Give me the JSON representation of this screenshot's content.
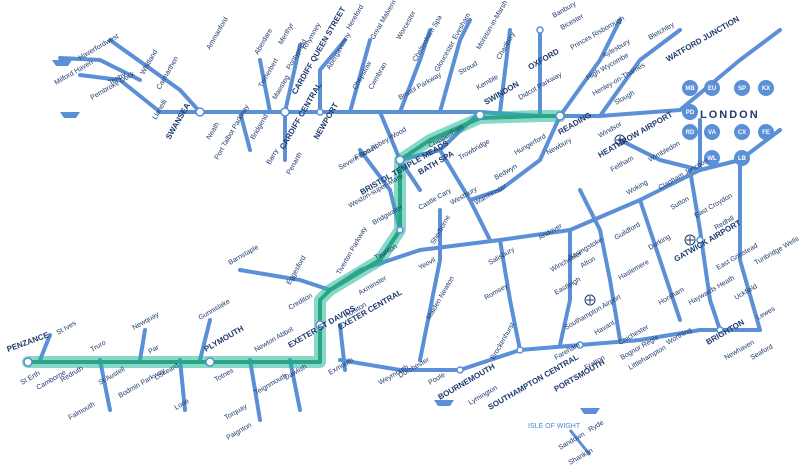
{
  "map": {
    "london_label": "LONDON",
    "highlight_color": "#25b89a",
    "line_color": "#5b8fd6",
    "label_color": "#1e3a6e",
    "route_highlight": [
      "PENZANCE",
      "PLYMOUTH",
      "EXETER ST DAVIDS",
      "BRIDGWATER",
      "BRISTOL TEMPLE MEADS",
      "SWINDON",
      "READING"
    ],
    "stations": [
      {
        "id": "penzance",
        "label": "PENZANCE"
      },
      {
        "id": "st-erth",
        "label": "St Erth"
      },
      {
        "id": "st-ives",
        "label": "St Ives"
      },
      {
        "id": "camborne",
        "label": "Camborne"
      },
      {
        "id": "redruth",
        "label": "Redruth"
      },
      {
        "id": "truro",
        "label": "Truro"
      },
      {
        "id": "newquay",
        "label": "Newquay"
      },
      {
        "id": "par",
        "label": "Par"
      },
      {
        "id": "st-austell",
        "label": "St Austell"
      },
      {
        "id": "bodmin-parkway",
        "label": "Bodmin Parkway"
      },
      {
        "id": "liskeard",
        "label": "Liskeard"
      },
      {
        "id": "falmouth",
        "label": "Falmouth"
      },
      {
        "id": "looe",
        "label": "Looe"
      },
      {
        "id": "gunnislake",
        "label": "Gunnislake"
      },
      {
        "id": "plymouth",
        "label": "PLYMOUTH"
      },
      {
        "id": "totnes",
        "label": "Totnes"
      },
      {
        "id": "newton-abbot",
        "label": "Newton Abbot"
      },
      {
        "id": "torquay",
        "label": "Torquay"
      },
      {
        "id": "paignton",
        "label": "Paignton"
      },
      {
        "id": "teignmouth",
        "label": "Teignmouth"
      },
      {
        "id": "dawlish",
        "label": "Dawlish"
      },
      {
        "id": "exeter",
        "label": "EXETER ST DAVIDS"
      },
      {
        "id": "exeter-central",
        "label": "EXETER CENTRAL"
      },
      {
        "id": "exmouth",
        "label": "Exmouth"
      },
      {
        "id": "barnstaple",
        "label": "Barnstaple"
      },
      {
        "id": "eggesford",
        "label": "Eggesford"
      },
      {
        "id": "crediton",
        "label": "Crediton"
      },
      {
        "id": "tiverton-parkway",
        "label": "Tiverton Parkway"
      },
      {
        "id": "taunton",
        "label": "Taunton"
      },
      {
        "id": "bridgwater",
        "label": "Bridgwater"
      },
      {
        "id": "weston",
        "label": "Weston-super-Mare"
      },
      {
        "id": "bristol-tm",
        "label": "BRISTOL TEMPLE MEADS"
      },
      {
        "id": "bath",
        "label": "BATH SPA"
      },
      {
        "id": "severn-beach",
        "label": "Severn Beach"
      },
      {
        "id": "filton",
        "label": "Filton Abbey Wood"
      },
      {
        "id": "bristol-parkway",
        "label": "Bristol Parkway"
      },
      {
        "id": "chippenham",
        "label": "Chippenham"
      },
      {
        "id": "swindon",
        "label": "SWINDON"
      },
      {
        "id": "didcot",
        "label": "Didcot Parkway"
      },
      {
        "id": "reading",
        "label": "READING"
      },
      {
        "id": "oxford",
        "label": "OXFORD"
      },
      {
        "id": "newbury",
        "label": "Newbury"
      },
      {
        "id": "hungerford",
        "label": "Hungerford"
      },
      {
        "id": "bedwyn",
        "label": "Bedwyn"
      },
      {
        "id": "trowbridge",
        "label": "Trowbridge"
      },
      {
        "id": "westbury",
        "label": "Westbury"
      },
      {
        "id": "castle-cary",
        "label": "Castle Cary"
      },
      {
        "id": "warminster",
        "label": "Warminster"
      },
      {
        "id": "salisbury",
        "label": "Salisbury"
      },
      {
        "id": "andover",
        "label": "Andover"
      },
      {
        "id": "basingstoke",
        "label": "Basingstoke"
      },
      {
        "id": "winchester",
        "label": "Winchester"
      },
      {
        "id": "eastleigh",
        "label": "Eastleigh"
      },
      {
        "id": "alton",
        "label": "Alton"
      },
      {
        "id": "romsey",
        "label": "Romsey"
      },
      {
        "id": "yeovil",
        "label": "Yeovil"
      },
      {
        "id": "sherborne",
        "label": "Sherborne"
      },
      {
        "id": "axminster",
        "label": "Axminster"
      },
      {
        "id": "honiton",
        "label": "Honiton"
      },
      {
        "id": "maiden-newton",
        "label": "Maiden Newton"
      },
      {
        "id": "weymouth",
        "label": "Weymouth"
      },
      {
        "id": "dorchester",
        "label": "Dorchester"
      },
      {
        "id": "poole",
        "label": "Poole"
      },
      {
        "id": "bournemouth",
        "label": "BOURNEMOUTH"
      },
      {
        "id": "brockenhurst",
        "label": "Brockenhurst"
      },
      {
        "id": "lymington",
        "label": "Lymington"
      },
      {
        "id": "southampton",
        "label": "SOUTHAMPTON CENTRAL"
      },
      {
        "id": "southampton-airport",
        "label": "Southampton Airport"
      },
      {
        "id": "fareham",
        "label": "Fareham"
      },
      {
        "id": "portsmouth",
        "label": "PORTSMOUTH"
      },
      {
        "id": "fratton",
        "label": "Fratton"
      },
      {
        "id": "havant",
        "label": "Havant"
      },
      {
        "id": "chichester",
        "label": "Chichester"
      },
      {
        "id": "bognor",
        "label": "Bognor Regis"
      },
      {
        "id": "littlehampton",
        "label": "Littlehampton"
      },
      {
        "id": "worthing",
        "label": "Worthing"
      },
      {
        "id": "brighton",
        "label": "BRIGHTON"
      },
      {
        "id": "lewes",
        "label": "Lewes"
      },
      {
        "id": "seaford",
        "label": "Seaford"
      },
      {
        "id": "newhaven",
        "label": "Newhaven"
      },
      {
        "id": "haywards-heath",
        "label": "Haywards Heath"
      },
      {
        "id": "horsham",
        "label": "Horsham"
      },
      {
        "id": "haslemere",
        "label": "Haslemere"
      },
      {
        "id": "guildford",
        "label": "Guildford"
      },
      {
        "id": "dorking",
        "label": "Dorking"
      },
      {
        "id": "redhill",
        "label": "Redhill"
      },
      {
        "id": "gatwick",
        "label": "GATWICK AIRPORT"
      },
      {
        "id": "east-grinstead",
        "label": "East Grinstead"
      },
      {
        "id": "uckfield",
        "label": "Uckfield"
      },
      {
        "id": "tunbridge-wells",
        "label": "Tunbridge Wells"
      },
      {
        "id": "sutton",
        "label": "Sutton"
      },
      {
        "id": "east-croydon",
        "label": "East Croydon"
      },
      {
        "id": "clapham",
        "label": "Clapham Junction"
      },
      {
        "id": "wimbledon",
        "label": "Wimbledon"
      },
      {
        "id": "woking",
        "label": "Woking"
      },
      {
        "id": "feltham",
        "label": "Feltham"
      },
      {
        "id": "heathrow",
        "label": "HEATHROW AIRPORT"
      },
      {
        "id": "windsor",
        "label": "Windsor"
      },
      {
        "id": "slough",
        "label": "Slough"
      },
      {
        "id": "maidenhead",
        "label": "Henley-on-Thames"
      },
      {
        "id": "high-wycombe",
        "label": "High Wycombe"
      },
      {
        "id": "aylesbury",
        "label": "Aylesbury"
      },
      {
        "id": "princes-risborough",
        "label": "Princes Risborough"
      },
      {
        "id": "bicester",
        "label": "Bicester"
      },
      {
        "id": "banbury",
        "label": "Banbury"
      },
      {
        "id": "watford",
        "label": "WATFORD JUNCTION"
      },
      {
        "id": "bletchley",
        "label": "Bletchley"
      },
      {
        "id": "charlbury",
        "label": "Charlbury"
      },
      {
        "id": "kemble",
        "label": "Kemble"
      },
      {
        "id": "stroud",
        "label": "Stroud"
      },
      {
        "id": "gloucester",
        "label": "Gloucester"
      },
      {
        "id": "cheltenham",
        "label": "Cheltenham Spa"
      },
      {
        "id": "worcester",
        "label": "Worcester"
      },
      {
        "id": "great-malvern",
        "label": "Great Malvern"
      },
      {
        "id": "evesham",
        "label": "Evesham"
      },
      {
        "id": "moreton",
        "label": "Moreton-in-Marsh"
      },
      {
        "id": "hereford",
        "label": "Hereford"
      },
      {
        "id": "chepstow",
        "label": "Chepstow"
      },
      {
        "id": "cwmbran",
        "label": "Cwmbran"
      },
      {
        "id": "abergavenny",
        "label": "Abergavenny"
      },
      {
        "id": "newport",
        "label": "NEWPORT"
      },
      {
        "id": "cardiff-central",
        "label": "CARDIFF CENTRAL"
      },
      {
        "id": "cardiff-queen",
        "label": "CARDIFF QUEEN STREET"
      },
      {
        "id": "penarth",
        "label": "Penarth"
      },
      {
        "id": "barry",
        "label": "Barry"
      },
      {
        "id": "bridgend",
        "label": "Bridgend"
      },
      {
        "id": "maesteg",
        "label": "Maesteg"
      },
      {
        "id": "pontypridd",
        "label": "Pontypridd"
      },
      {
        "id": "treherbert",
        "label": "Treherbert"
      },
      {
        "id": "aberdare",
        "label": "Aberdare"
      },
      {
        "id": "merthyr",
        "label": "Merthyr"
      },
      {
        "id": "rhymney",
        "label": "Rhymney"
      },
      {
        "id": "port-talbot",
        "label": "Port Talbot Parkway"
      },
      {
        "id": "neath",
        "label": "Neath"
      },
      {
        "id": "swansea",
        "label": "SWANSEA"
      },
      {
        "id": "llanelli",
        "label": "Llanelli"
      },
      {
        "id": "carmarthen",
        "label": "Carmarthen"
      },
      {
        "id": "ammanford",
        "label": "Ammanford"
      },
      {
        "id": "whitland",
        "label": "Whitland"
      },
      {
        "id": "haverfordwest",
        "label": "Haverfordwest"
      },
      {
        "id": "tenby",
        "label": "Tenby"
      },
      {
        "id": "milford",
        "label": "Milford Haven"
      },
      {
        "id": "pembroke-dock",
        "label": "Pembroke Dock"
      }
    ],
    "london_terminals": [
      "MB",
      "EU",
      "SP",
      "KX",
      "PD",
      "RD",
      "VA",
      "CX",
      "LB",
      "FE",
      "WL"
    ],
    "isle_label": "ISLE OF WIGHT",
    "iow_stations": [
      "Ryde",
      "Sandown",
      "Shanklin"
    ]
  }
}
